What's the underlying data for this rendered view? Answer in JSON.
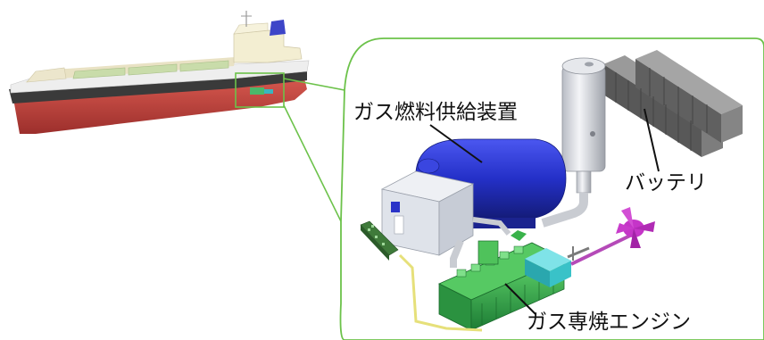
{
  "labels": {
    "fuel_supply": "ガス燃料供給装置",
    "battery": "バッテリ",
    "engine": "ガス専焼エンジン"
  },
  "colors": {
    "callout_border": "#6cc24a",
    "hull_red": "#c8453f",
    "hull_black": "#2f2f2f",
    "deck": "#f2e9c8",
    "hatch_green": "#c5dca0",
    "fuel_tank_blue": "#2a33c8",
    "battery_gray": "#6d6d6d",
    "engine_green": "#2fa84a",
    "propeller_magenta": "#c535c8",
    "cooler_cyan": "#39c2c8"
  },
  "icons": [
    "ship-illustration",
    "fuel-tank",
    "battery-bank",
    "gas-engine",
    "propeller"
  ]
}
